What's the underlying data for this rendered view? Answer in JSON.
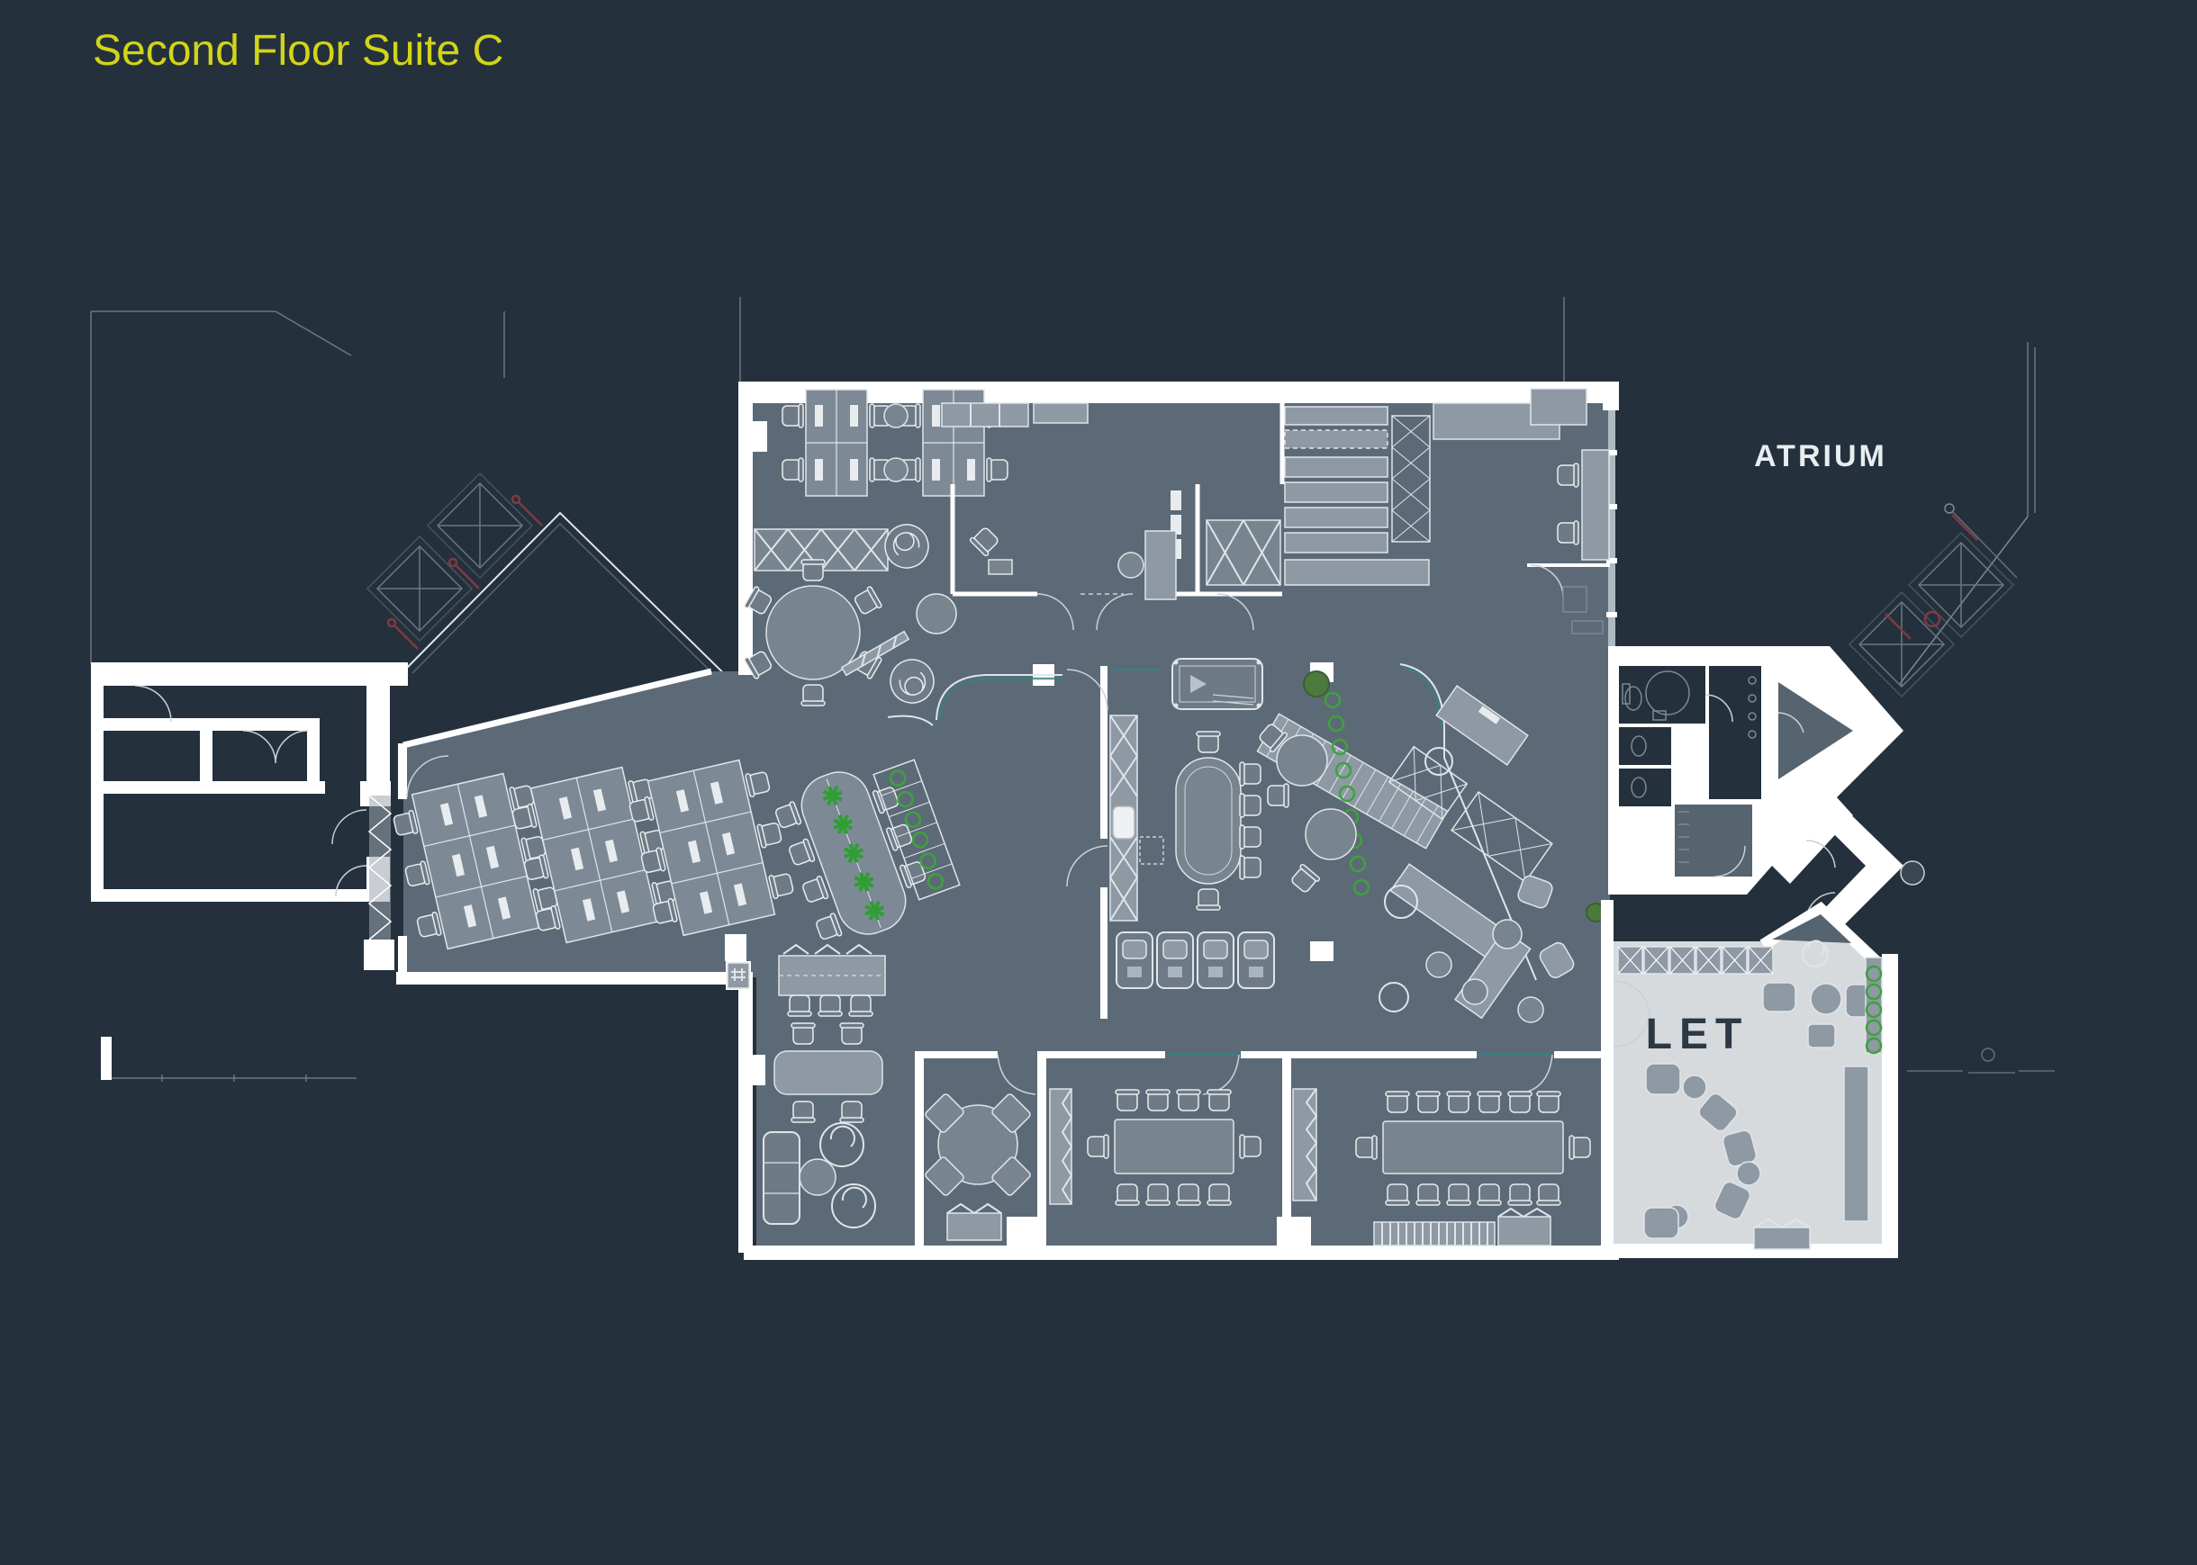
{
  "page": {
    "title": "Second Floor Suite C"
  },
  "labels": {
    "atrium": "ATRIUM",
    "let": "LET"
  },
  "colors": {
    "background": "#24313c",
    "floor": "#5c6a77",
    "room": "#56646f",
    "furniture": "#78858f",
    "furniture_light": "#8e99a4",
    "let_floor": "#d7dadd",
    "wall": "#ffffff",
    "stroke_light": "#dfe5e9",
    "outline_thin": "#7d8893",
    "glass": "#aeb9c2",
    "title": "#d2d516",
    "label": "#e9edf0",
    "let_text": "#2c3945",
    "green": "#3da23d",
    "plant": "#4c7a3d",
    "red": "#7e3a42",
    "teal": "#3a8080"
  }
}
